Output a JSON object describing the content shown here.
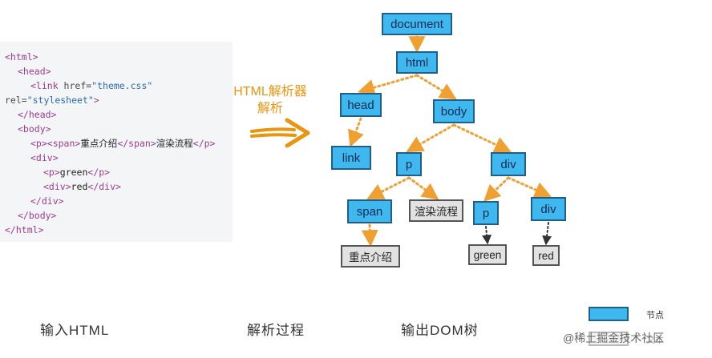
{
  "code_lines": [
    {
      "indent": 0,
      "parts": [
        {
          "t": "tag",
          "v": "<html>"
        }
      ]
    },
    {
      "indent": 1,
      "parts": [
        {
          "t": "tag",
          "v": "<head>"
        }
      ]
    },
    {
      "indent": 2,
      "parts": [
        {
          "t": "tag",
          "v": "<link "
        },
        {
          "t": "attr",
          "v": "href="
        },
        {
          "t": "val",
          "v": "\"theme.css\""
        }
      ]
    },
    {
      "indent": 0,
      "parts": [
        {
          "t": "attr",
          "v": "rel="
        },
        {
          "t": "val",
          "v": "\"stylesheet\""
        },
        {
          "t": "tag",
          "v": ">"
        }
      ]
    },
    {
      "indent": 1,
      "parts": [
        {
          "t": "tag",
          "v": "</head>"
        }
      ]
    },
    {
      "indent": 1,
      "parts": [
        {
          "t": "tag",
          "v": "<body>"
        }
      ]
    },
    {
      "indent": 2,
      "parts": [
        {
          "t": "tag",
          "v": "<p><span>"
        },
        {
          "t": "txt",
          "v": "重点介绍"
        },
        {
          "t": "tag",
          "v": "</span>"
        },
        {
          "t": "txt",
          "v": "渲染流程"
        },
        {
          "t": "tag",
          "v": "</p>"
        }
      ]
    },
    {
      "indent": 2,
      "parts": [
        {
          "t": "tag",
          "v": "<div>"
        }
      ]
    },
    {
      "indent": 3,
      "parts": [
        {
          "t": "tag",
          "v": "<p>"
        },
        {
          "t": "txt",
          "v": "green"
        },
        {
          "t": "tag",
          "v": "</p>"
        }
      ]
    },
    {
      "indent": 3,
      "parts": [
        {
          "t": "tag",
          "v": "<div>"
        },
        {
          "t": "txt",
          "v": "red"
        },
        {
          "t": "tag",
          "v": "</div>"
        }
      ]
    },
    {
      "indent": 2,
      "parts": [
        {
          "t": "tag",
          "v": "</div>"
        }
      ]
    },
    {
      "indent": 1,
      "parts": [
        {
          "t": "tag",
          "v": "</body>"
        }
      ]
    },
    {
      "indent": 0,
      "parts": [
        {
          "t": "tag",
          "v": "</html>"
        }
      ]
    }
  ],
  "parser_label": [
    "HTML解析器",
    "解析"
  ],
  "tree": {
    "nodes": {
      "document": {
        "label": "document",
        "kind": "element"
      },
      "html": {
        "label": "html",
        "kind": "element"
      },
      "head": {
        "label": "head",
        "kind": "element"
      },
      "body": {
        "label": "body",
        "kind": "element"
      },
      "link": {
        "label": "link",
        "kind": "element"
      },
      "p1": {
        "label": "p",
        "kind": "element"
      },
      "div1": {
        "label": "div",
        "kind": "element"
      },
      "span": {
        "label": "span",
        "kind": "element"
      },
      "text_render": {
        "label": "渲染流程",
        "kind": "text"
      },
      "p2": {
        "label": "p",
        "kind": "element"
      },
      "div2": {
        "label": "div",
        "kind": "element"
      },
      "text_focus": {
        "label": "重点介绍",
        "kind": "text"
      },
      "text_green": {
        "label": "green",
        "kind": "text"
      },
      "text_red": {
        "label": "red",
        "kind": "text"
      }
    },
    "edges": [
      [
        "document",
        "html",
        "element"
      ],
      [
        "html",
        "head",
        "element"
      ],
      [
        "html",
        "body",
        "element"
      ],
      [
        "head",
        "link",
        "element"
      ],
      [
        "body",
        "p1",
        "element"
      ],
      [
        "body",
        "div1",
        "element"
      ],
      [
        "p1",
        "span",
        "element"
      ],
      [
        "p1",
        "text_render",
        "element"
      ],
      [
        "div1",
        "p2",
        "element"
      ],
      [
        "div1",
        "div2",
        "element"
      ],
      [
        "span",
        "text_focus",
        "element"
      ],
      [
        "p2",
        "text_green",
        "text"
      ],
      [
        "div2",
        "text_red",
        "text"
      ]
    ]
  },
  "captions": {
    "input": "输入HTML",
    "process": "解析过程",
    "output": "输出DOM树"
  },
  "legend": {
    "node_label": "节点",
    "text_label": "文本"
  },
  "watermark": "@稀土掘金技术社区",
  "colors": {
    "element_fill": "#3fb8ef",
    "text_fill": "#e2e2e2",
    "element_edge": "#f0a030",
    "text_edge": "#333333",
    "arrow": "#e8950f"
  }
}
